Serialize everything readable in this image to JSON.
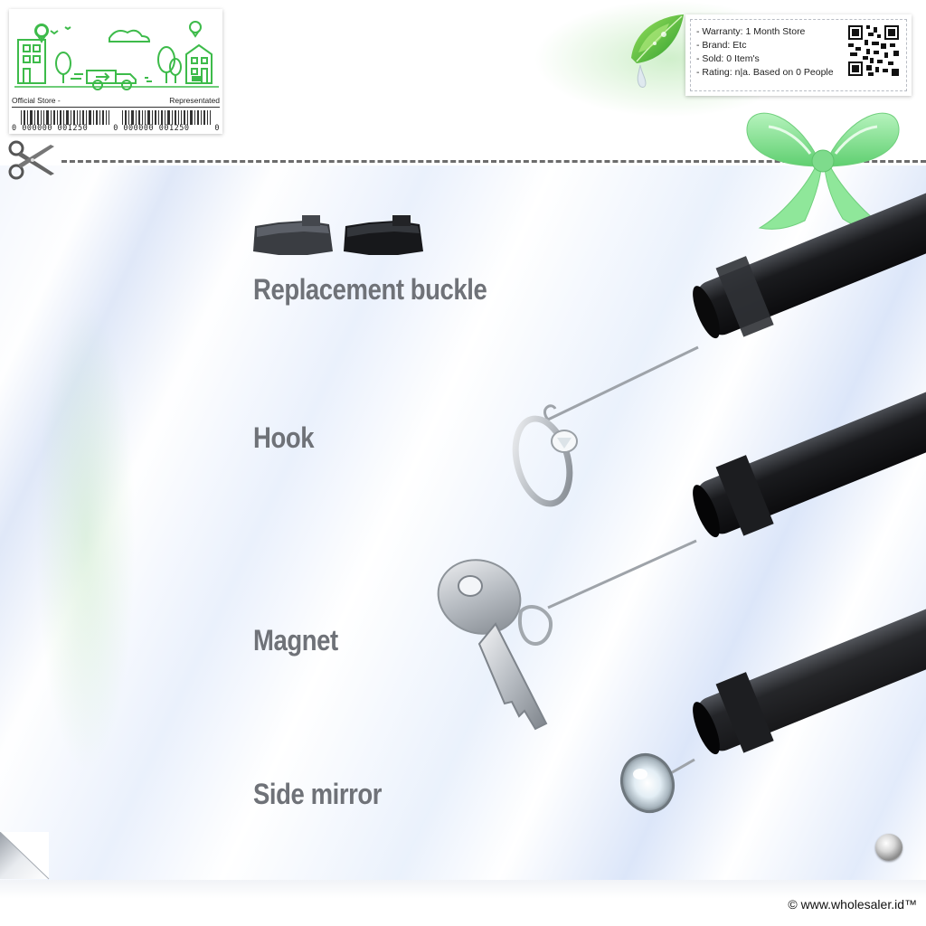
{
  "store_card": {
    "left_label": "Official Store -",
    "right_label": "Representated",
    "barcode_left": "0 000000 001250",
    "barcode_mid": "0 000000 001250",
    "barcode_right": "0",
    "icon": "city-delivery-illustration"
  },
  "info_card": {
    "warranty": "- Warranty: 1 Month Store",
    "brand": "- Brand: Etc",
    "sold": "- Sold: 0 Item's",
    "rating": "- Rating: n|a. Based on 0 People",
    "icon": "qr-code-icon"
  },
  "labels": {
    "replacement_buckle": "Replacement buckle",
    "hook": "Hook",
    "magnet": "Magnet",
    "side_mirror": "Side mirror"
  },
  "footer": {
    "copyright": "© www.wholesaler.id™"
  },
  "icons": {
    "scissors": "scissors-icon",
    "leaf": "leaf-icon",
    "bow": "ribbon-bow-icon",
    "corner": "page-curl-icon",
    "button": "round-metal-button-icon"
  },
  "colors": {
    "label_text": "#6f7278",
    "store_green": "#3dbb4a",
    "bow_green": "#8fe79a"
  }
}
